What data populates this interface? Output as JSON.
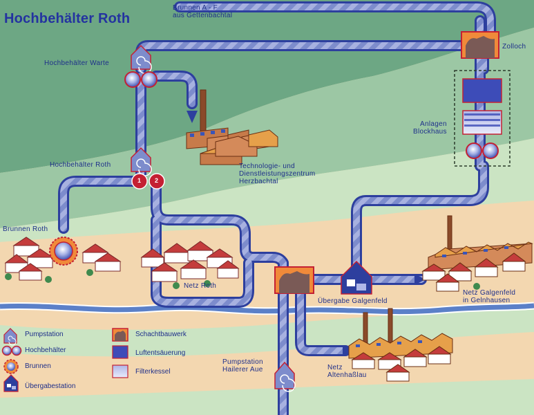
{
  "title": "Hochbehälter Roth",
  "labels": {
    "brunnen_af_line1": "Brunnen A - F",
    "brunnen_af_line2": "aus Gettenbachtal",
    "zolloch": "Zolloch",
    "hb_warte": "Hochbehälter Warte",
    "hb_roth": "Hochbehälter Roth",
    "brunnen_roth": "Brunnen Roth",
    "tech_line1": "Technologie- und",
    "tech_line2": "Dienstleistungszentrum",
    "tech_line3": "Herzbachtal",
    "anlagen_line1": "Anlagen",
    "anlagen_line2": "Blockhaus",
    "netz_roth": "Netz Roth",
    "uebergabe_galgenfeld": "Übergabe Galgenfeld",
    "netz_galgenfeld_line1": "Netz Galgenfeld",
    "netz_galgenfeld_line2": "in Gelnhausen",
    "pump_haileraue_line1": "Pumpstation",
    "pump_haileraue_line2": "Hailerer Aue",
    "netz_altenhasslau_line1": "Netz",
    "netz_altenhasslau_line2": "Altenhaßlau",
    "tank_1": "1",
    "tank_2": "2"
  },
  "legend": [
    {
      "label": "Pumpstation",
      "icon": "pumpstation-icon"
    },
    {
      "label": "Hochbehälter",
      "icon": "hochbehaelter-icon"
    },
    {
      "label": "Brunnen",
      "icon": "brunnen-icon"
    },
    {
      "label": "Übergabestation",
      "icon": "uebergabestation-icon"
    },
    {
      "label": "Schachtbauwerk",
      "icon": "schachtbauwerk-icon"
    },
    {
      "label": "Luftentsäuerung",
      "icon": "luftentsaeuerung-icon"
    },
    {
      "label": "Filterkessel",
      "icon": "filterkessel-icon"
    }
  ],
  "colors": {
    "hill": "#6da784",
    "hill_light": "#9cc7a4",
    "meadow": "#cbe4c3",
    "ground": "#f3d7b0",
    "river": "#5b80c8",
    "pipe": "#2d3f9e",
    "pipe_fill": "#8090cf",
    "accent_red": "#c42033",
    "accent_orange": "#f08a3a",
    "text": "#1e2f8a"
  }
}
